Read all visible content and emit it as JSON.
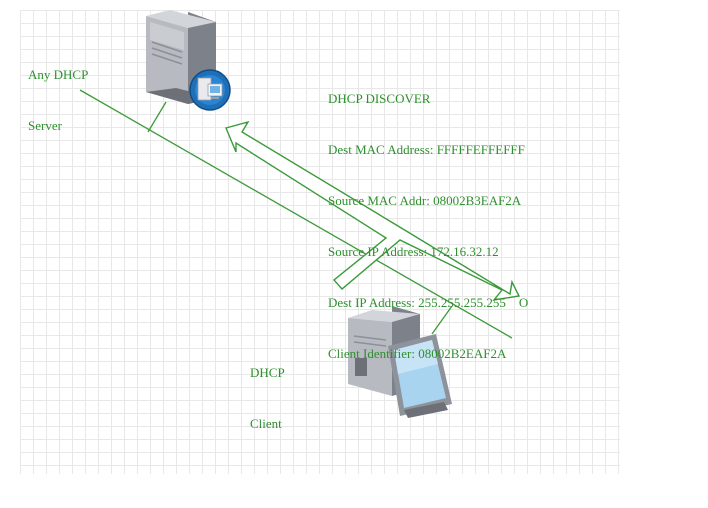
{
  "server": {
    "label_line1": "Any DHCP",
    "label_line2": "Server",
    "icon": "server-tower-icon"
  },
  "client": {
    "label_line1": "DHCP",
    "label_line2": "Client",
    "icon": "desktop-computer-icon"
  },
  "packet": {
    "title": "DHCP DISCOVER",
    "lines": [
      "Dest MAC Address: FFFFFEFFEFFF",
      "Source MAC Addr: 08002B3EAF2A",
      "Source IP Address: 172.16.32.12",
      "Dest IP Address: 255.255.255.255    O",
      "Client Identifier: 08002B2EAF2A"
    ]
  },
  "colors": {
    "text": "#2f8f2f",
    "lines": "#3a9a3a",
    "grid": "#e8e8e8"
  }
}
